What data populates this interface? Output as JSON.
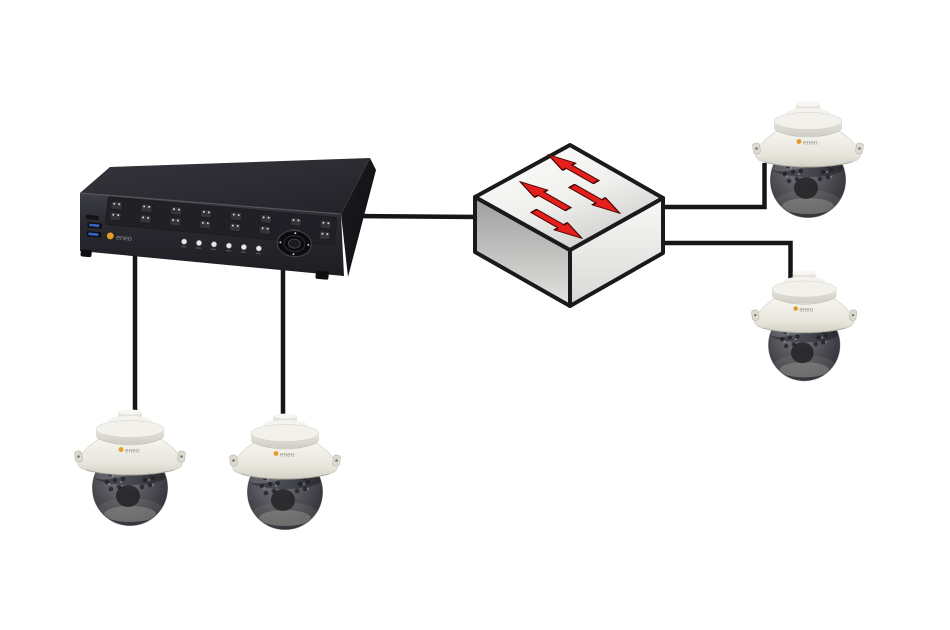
{
  "diagram": {
    "brand": "eneo",
    "nodes": [
      {
        "id": "nvr",
        "kind": "network-video-recorder",
        "brand": "eneo"
      },
      {
        "id": "switch",
        "kind": "ethernet-switch"
      },
      {
        "id": "camera-1",
        "kind": "ir-dome-camera",
        "brand": "eneo"
      },
      {
        "id": "camera-2",
        "kind": "ir-dome-camera",
        "brand": "eneo"
      },
      {
        "id": "camera-3",
        "kind": "ir-dome-camera",
        "brand": "eneo"
      },
      {
        "id": "camera-4",
        "kind": "ir-dome-camera",
        "brand": "eneo"
      }
    ],
    "edges": [
      {
        "from": "nvr",
        "to": "switch"
      },
      {
        "from": "nvr",
        "to": "camera-1"
      },
      {
        "from": "nvr",
        "to": "camera-2"
      },
      {
        "from": "switch",
        "to": "camera-3"
      },
      {
        "from": "switch",
        "to": "camera-4"
      }
    ],
    "colors": {
      "background": "#ffffff",
      "cable": "#161616",
      "switch_arrow": "#e41f1c",
      "switch_arrow_outline": "#4d0505",
      "switch_face": "#f2f2f0",
      "camera_body": "#edebe2",
      "camera_dome": "#3c3c43",
      "nvr_body": "#26262b",
      "usb_port": "#3566c9",
      "brand_logo": "#e59b27",
      "button_dot": "#e9e9ec"
    }
  }
}
